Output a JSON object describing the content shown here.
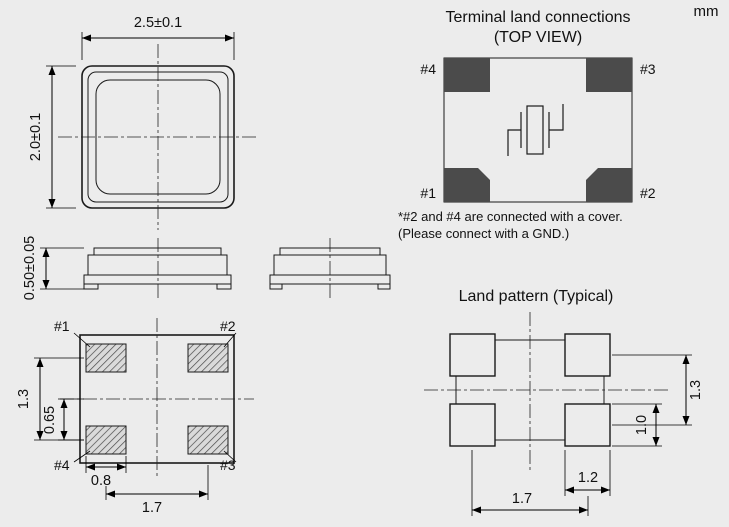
{
  "units_label": "mm",
  "colors": {
    "background": "#ececec",
    "line": "#1a1a1a",
    "terminal_pad_fill": "#4b4b4b"
  },
  "package_top_view": {
    "width_dim": "2.5±0.1",
    "height_dim": "2.0±0.1"
  },
  "side_view": {
    "height_dim": "0.50±0.05"
  },
  "bottom_view": {
    "pad_labels": {
      "top_left": "#1",
      "top_right": "#2",
      "bottom_left": "#4",
      "bottom_right": "#3"
    },
    "dim_pitch_vertical": "1.3",
    "dim_half_pitch": "0.65",
    "dim_pad_width": "0.8",
    "dim_pitch_horizontal": "1.7"
  },
  "terminal_connections": {
    "title": "Terminal land connections",
    "subtitle": "(TOP VIEW)",
    "pad_labels": {
      "top_left": "#4",
      "top_right": "#3",
      "bottom_left": "#1",
      "bottom_right": "#2"
    },
    "note_line1": "*#2 and #4 are connected with a cover.",
    "note_line2": "(Please connect with a GND.)"
  },
  "land_pattern": {
    "title": "Land pattern (Typical)",
    "dim_pad_width": "1.2",
    "dim_pitch_horizontal": "1.7",
    "dim_pitch_vertical": "1.3",
    "dim_pad_height": "1.0"
  }
}
